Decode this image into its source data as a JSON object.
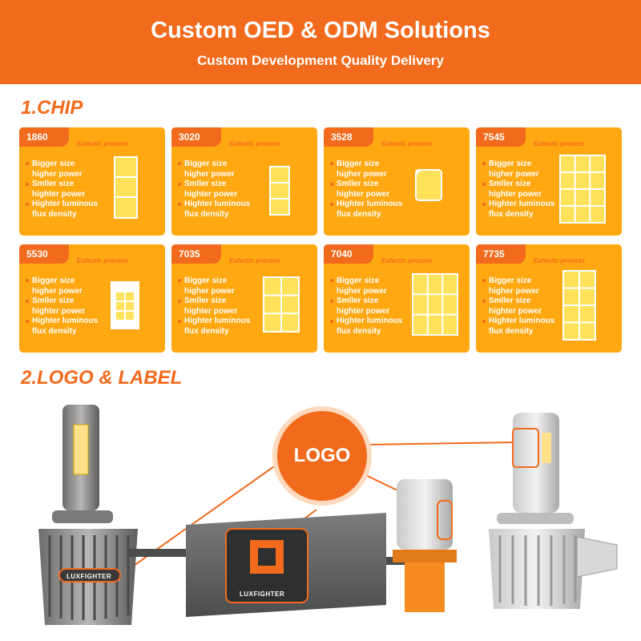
{
  "header": {
    "title": "Custom OED & ODM Solutions",
    "subtitle": "Custom Development Quality Delivery"
  },
  "sections": {
    "chip_title": "1.CHIP",
    "logo_title": "2.LOGO & LABEL"
  },
  "chips": [
    {
      "model": "1860",
      "process": "Eutectic process"
    },
    {
      "model": "3020",
      "process": "Eutectic process"
    },
    {
      "model": "3528",
      "process": "Eutectic process"
    },
    {
      "model": "7545",
      "process": "Eutectic process"
    },
    {
      "model": "5530",
      "process": "Eutectic process"
    },
    {
      "model": "7035",
      "process": "Eutectic process"
    },
    {
      "model": "7040",
      "process": "Eutectic process"
    },
    {
      "model": "7735",
      "process": "Eutectic process"
    }
  ],
  "features": [
    "Bigger size",
    "higher power",
    "Smller size",
    "highter power",
    "Highter luminous",
    "flux density"
  ],
  "logo_bubble": "LOGO",
  "brand": "LUXFIGHTER",
  "colors": {
    "accent": "#f26a1c",
    "card": "#ffa812",
    "chip_yellow": "#ffe15a"
  }
}
